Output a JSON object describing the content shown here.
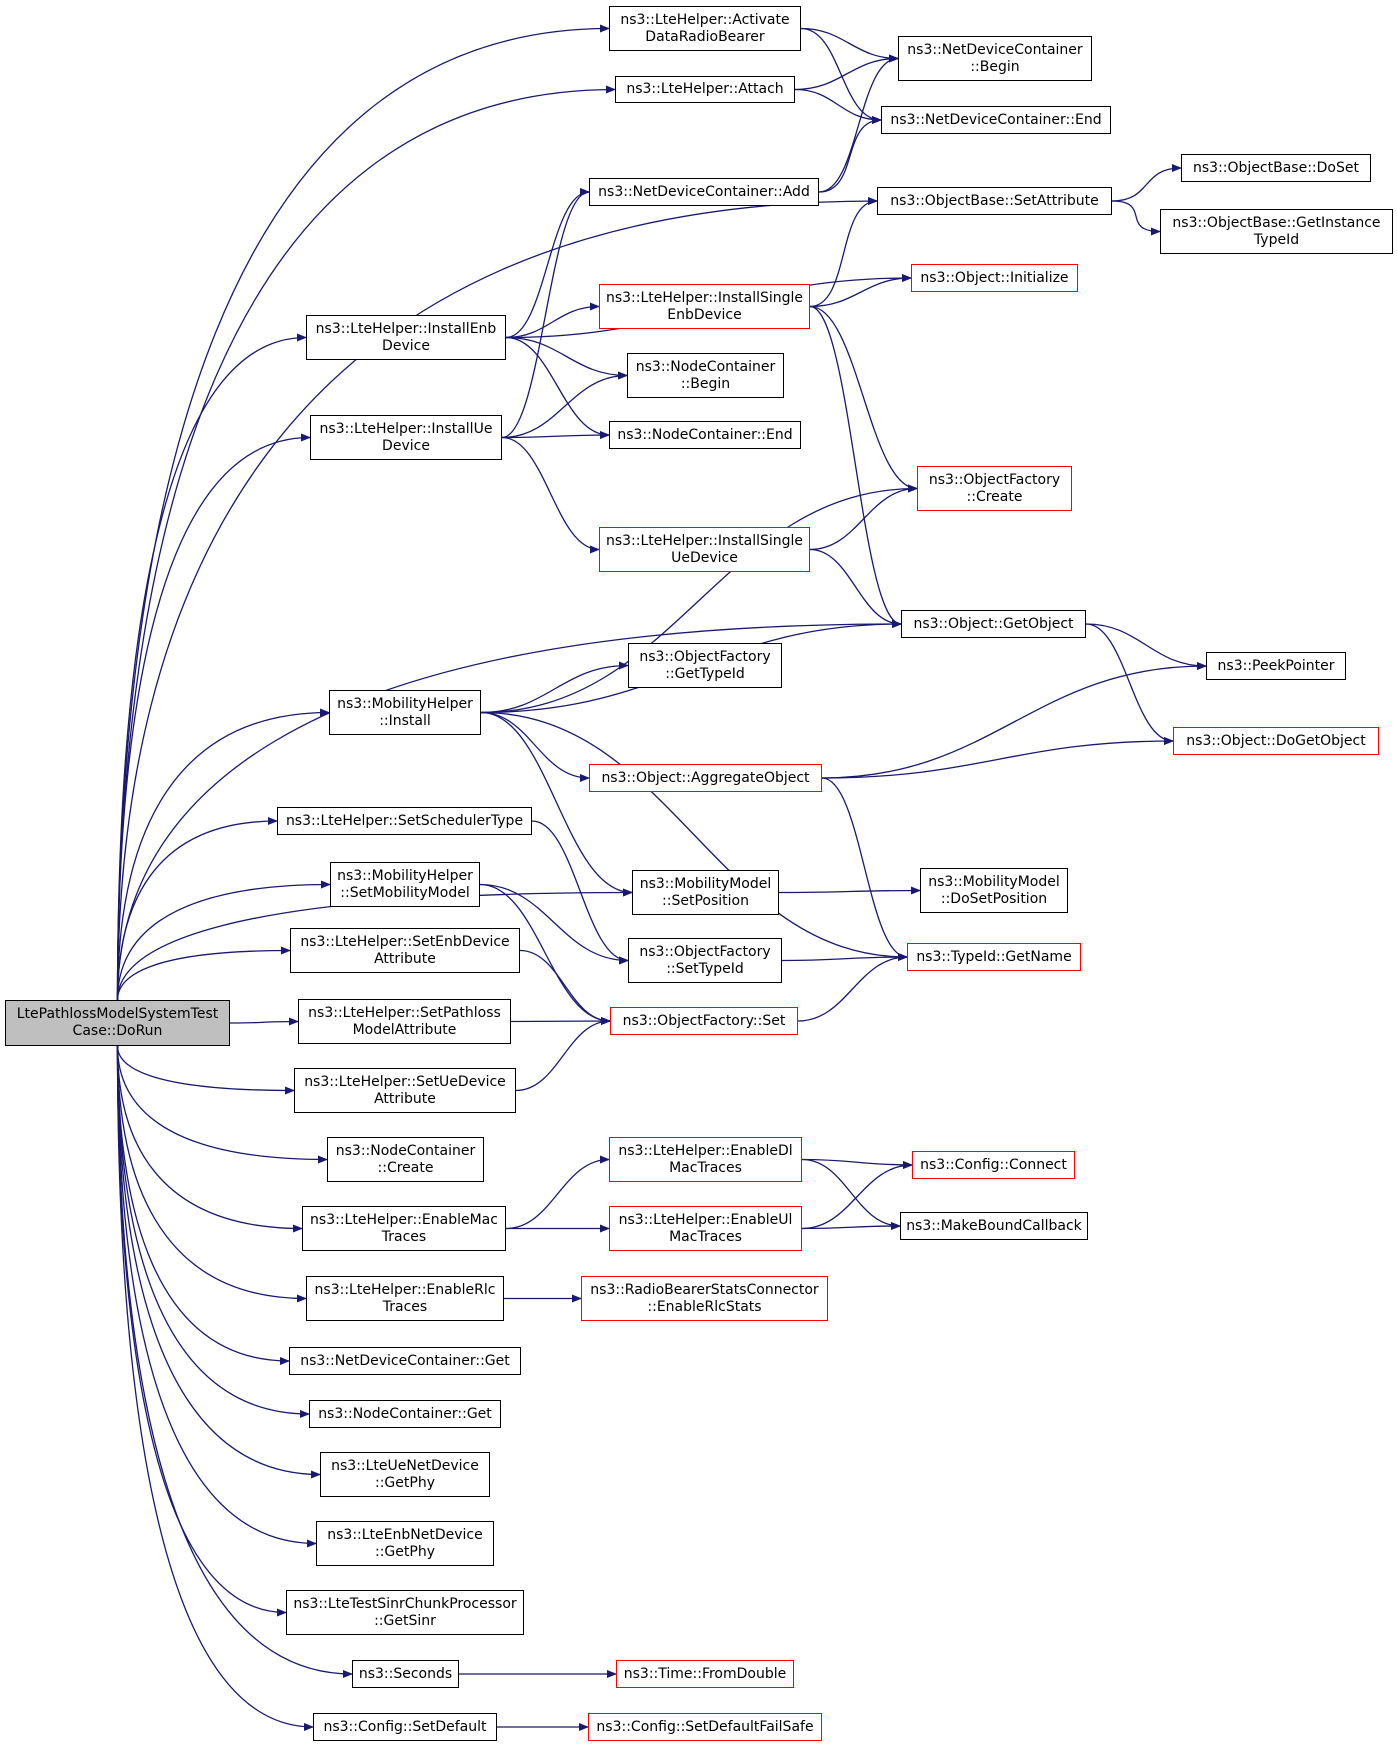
{
  "colors": {
    "edge": "#191970",
    "border_default": "#000000",
    "border_truncated": "#ff0000",
    "root_fill": "#bfbfbf"
  },
  "nodes": [
    {
      "id": "dorun",
      "style": "root",
      "lines": [
        "LtePathlossModelSystemTest",
        "Case::DoRun"
      ]
    },
    {
      "id": "activate",
      "style": "black",
      "lines": [
        "ns3::LteHelper::Activate",
        "DataRadioBearer"
      ]
    },
    {
      "id": "attach",
      "style": "black",
      "lines": [
        "ns3::LteHelper::Attach"
      ]
    },
    {
      "id": "ndc_begin",
      "style": "black",
      "lines": [
        "ns3::NetDeviceContainer",
        "::Begin"
      ]
    },
    {
      "id": "ndc_end",
      "style": "black",
      "lines": [
        "ns3::NetDeviceContainer::End"
      ]
    },
    {
      "id": "ndc_add",
      "style": "black",
      "lines": [
        "ns3::NetDeviceContainer::Add"
      ]
    },
    {
      "id": "ob_setattr",
      "style": "black",
      "lines": [
        "ns3::ObjectBase::SetAttribute"
      ]
    },
    {
      "id": "ob_doset",
      "style": "black",
      "lines": [
        "ns3::ObjectBase::DoSet"
      ]
    },
    {
      "id": "ob_getinst",
      "style": "black",
      "lines": [
        "ns3::ObjectBase::GetInstance",
        "TypeId"
      ]
    },
    {
      "id": "obj_init",
      "style": "red",
      "lines": [
        "ns3::Object::Initialize"
      ]
    },
    {
      "id": "inst_enb",
      "style": "black",
      "lines": [
        "ns3::LteHelper::InstallEnb",
        "Device"
      ]
    },
    {
      "id": "inst_single_enb",
      "style": "red",
      "lines": [
        "ns3::LteHelper::InstallSingle",
        "EnbDevice"
      ]
    },
    {
      "id": "nc_begin",
      "style": "black",
      "lines": [
        "ns3::NodeContainer",
        "::Begin"
      ]
    },
    {
      "id": "inst_ue",
      "style": "black",
      "lines": [
        "ns3::LteHelper::InstallUe",
        "Device"
      ]
    },
    {
      "id": "nc_end",
      "style": "black",
      "lines": [
        "ns3::NodeContainer::End"
      ]
    },
    {
      "id": "of_create",
      "style": "red",
      "lines": [
        "ns3::ObjectFactory",
        "::Create"
      ]
    },
    {
      "id": "inst_single_ue",
      "style": "red",
      "lines": [
        "ns3::LteHelper::InstallSingle",
        "UeDevice"
      ]
    },
    {
      "id": "obj_getobject",
      "style": "black",
      "lines": [
        "ns3::Object::GetObject"
      ]
    },
    {
      "id": "of_gettypeid",
      "style": "black",
      "lines": [
        "ns3::ObjectFactory",
        "::GetTypeId"
      ]
    },
    {
      "id": "peekpointer",
      "style": "black",
      "lines": [
        "ns3::PeekPointer"
      ]
    },
    {
      "id": "mh_install",
      "style": "black",
      "lines": [
        "ns3::MobilityHelper",
        "::Install"
      ]
    },
    {
      "id": "obj_dogetobject",
      "style": "red",
      "lines": [
        "ns3::Object::DoGetObject"
      ]
    },
    {
      "id": "obj_aggregate",
      "style": "red",
      "lines": [
        "ns3::Object::AggregateObject"
      ]
    },
    {
      "id": "set_sched",
      "style": "black",
      "lines": [
        "ns3::LteHelper::SetSchedulerType"
      ]
    },
    {
      "id": "mh_setmob",
      "style": "black",
      "lines": [
        "ns3::MobilityHelper",
        "::SetMobilityModel"
      ]
    },
    {
      "id": "mm_setpos",
      "style": "black",
      "lines": [
        "ns3::MobilityModel",
        "::SetPosition"
      ]
    },
    {
      "id": "mm_dosetpos",
      "style": "black",
      "lines": [
        "ns3::MobilityModel",
        "::DoSetPosition"
      ]
    },
    {
      "id": "set_enbattr",
      "style": "black",
      "lines": [
        "ns3::LteHelper::SetEnbDevice",
        "Attribute"
      ]
    },
    {
      "id": "of_settypeid",
      "style": "black",
      "lines": [
        "ns3::ObjectFactory",
        "::SetTypeId"
      ]
    },
    {
      "id": "typeid_getname",
      "style": "red",
      "lines": [
        "ns3::TypeId::GetName"
      ]
    },
    {
      "id": "set_pathloss",
      "style": "black",
      "lines": [
        "ns3::LteHelper::SetPathloss",
        "ModelAttribute"
      ]
    },
    {
      "id": "of_set",
      "style": "red",
      "lines": [
        "ns3::ObjectFactory::Set"
      ]
    },
    {
      "id": "set_ueattr",
      "style": "black",
      "lines": [
        "ns3::LteHelper::SetUeDevice",
        "Attribute"
      ]
    },
    {
      "id": "nc_create",
      "style": "black",
      "lines": [
        "ns3::NodeContainer",
        "::Create"
      ]
    },
    {
      "id": "en_dlmac",
      "style": "red",
      "lines": [
        "ns3::LteHelper::EnableDl",
        "MacTraces"
      ]
    },
    {
      "id": "cfg_connect",
      "style": "red",
      "lines": [
        "ns3::Config::Connect"
      ]
    },
    {
      "id": "en_mac",
      "style": "black",
      "lines": [
        "ns3::LteHelper::EnableMac",
        "Traces"
      ]
    },
    {
      "id": "en_ulmac",
      "style": "red",
      "lines": [
        "ns3::LteHelper::EnableUl",
        "MacTraces"
      ]
    },
    {
      "id": "makebound",
      "style": "black",
      "lines": [
        "ns3::MakeBoundCallback"
      ]
    },
    {
      "id": "en_rlc",
      "style": "black",
      "lines": [
        "ns3::LteHelper::EnableRlc",
        "Traces"
      ]
    },
    {
      "id": "rbsc_rlc",
      "style": "red",
      "lines": [
        "ns3::RadioBearerStatsConnector",
        "::EnableRlcStats"
      ]
    },
    {
      "id": "ndc_get",
      "style": "black",
      "lines": [
        "ns3::NetDeviceContainer::Get"
      ]
    },
    {
      "id": "nc_get",
      "style": "black",
      "lines": [
        "ns3::NodeContainer::Get"
      ]
    },
    {
      "id": "ue_getphy",
      "style": "black",
      "lines": [
        "ns3::LteUeNetDevice",
        "::GetPhy"
      ]
    },
    {
      "id": "enb_getphy",
      "style": "black",
      "lines": [
        "ns3::LteEnbNetDevice",
        "::GetPhy"
      ]
    },
    {
      "id": "sinr_get",
      "style": "black",
      "lines": [
        "ns3::LteTestSinrChunkProcessor",
        "::GetSinr"
      ]
    },
    {
      "id": "seconds",
      "style": "black",
      "lines": [
        "ns3::Seconds"
      ]
    },
    {
      "id": "time_fromdouble",
      "style": "red",
      "lines": [
        "ns3::Time::FromDouble"
      ]
    },
    {
      "id": "cfg_setdefault",
      "style": "black",
      "lines": [
        "ns3::Config::SetDefault"
      ]
    },
    {
      "id": "cfg_setdefaultfs",
      "style": "red",
      "lines": [
        "ns3::Config::SetDefaultFailSafe"
      ]
    }
  ],
  "edges": [
    [
      "dorun",
      "activate"
    ],
    [
      "dorun",
      "attach"
    ],
    [
      "dorun",
      "ob_setattr"
    ],
    [
      "dorun",
      "inst_enb"
    ],
    [
      "dorun",
      "inst_ue"
    ],
    [
      "dorun",
      "obj_getobject"
    ],
    [
      "dorun",
      "mh_install"
    ],
    [
      "dorun",
      "mm_setpos"
    ],
    [
      "dorun",
      "set_sched"
    ],
    [
      "dorun",
      "mh_setmob"
    ],
    [
      "dorun",
      "set_enbattr"
    ],
    [
      "dorun",
      "set_pathloss"
    ],
    [
      "dorun",
      "set_ueattr"
    ],
    [
      "dorun",
      "nc_create"
    ],
    [
      "dorun",
      "en_mac"
    ],
    [
      "dorun",
      "en_rlc"
    ],
    [
      "dorun",
      "ndc_get"
    ],
    [
      "dorun",
      "nc_get"
    ],
    [
      "dorun",
      "ue_getphy"
    ],
    [
      "dorun",
      "enb_getphy"
    ],
    [
      "dorun",
      "sinr_get"
    ],
    [
      "dorun",
      "seconds"
    ],
    [
      "dorun",
      "cfg_setdefault"
    ],
    [
      "activate",
      "ndc_begin"
    ],
    [
      "activate",
      "ndc_end"
    ],
    [
      "attach",
      "ndc_begin"
    ],
    [
      "attach",
      "ndc_end"
    ],
    [
      "ndc_add",
      "ndc_begin"
    ],
    [
      "ndc_add",
      "ndc_end"
    ],
    [
      "ob_setattr",
      "ob_doset"
    ],
    [
      "ob_setattr",
      "ob_getinst"
    ],
    [
      "inst_enb",
      "ndc_add"
    ],
    [
      "inst_enb",
      "obj_init"
    ],
    [
      "inst_enb",
      "inst_single_enb"
    ],
    [
      "inst_enb",
      "nc_begin"
    ],
    [
      "inst_enb",
      "nc_end"
    ],
    [
      "inst_single_enb",
      "ob_setattr"
    ],
    [
      "inst_single_enb",
      "obj_init"
    ],
    [
      "inst_single_enb",
      "of_create"
    ],
    [
      "inst_single_enb",
      "obj_getobject"
    ],
    [
      "inst_ue",
      "ndc_add"
    ],
    [
      "inst_ue",
      "nc_begin"
    ],
    [
      "inst_ue",
      "nc_end"
    ],
    [
      "inst_ue",
      "inst_single_ue"
    ],
    [
      "inst_single_ue",
      "of_create"
    ],
    [
      "inst_single_ue",
      "obj_getobject"
    ],
    [
      "obj_getobject",
      "peekpointer"
    ],
    [
      "obj_getobject",
      "obj_dogetobject"
    ],
    [
      "mh_install",
      "of_create"
    ],
    [
      "mh_install",
      "of_gettypeid"
    ],
    [
      "mh_install",
      "obj_getobject"
    ],
    [
      "mh_install",
      "obj_aggregate"
    ],
    [
      "mh_install",
      "mm_setpos"
    ],
    [
      "mh_install",
      "typeid_getname"
    ],
    [
      "obj_aggregate",
      "peekpointer"
    ],
    [
      "obj_aggregate",
      "obj_dogetobject"
    ],
    [
      "obj_aggregate",
      "typeid_getname"
    ],
    [
      "set_sched",
      "of_settypeid"
    ],
    [
      "mh_setmob",
      "of_settypeid"
    ],
    [
      "mh_setmob",
      "of_set"
    ],
    [
      "mm_setpos",
      "mm_dosetpos"
    ],
    [
      "of_settypeid",
      "typeid_getname"
    ],
    [
      "set_enbattr",
      "of_set"
    ],
    [
      "set_pathloss",
      "of_set"
    ],
    [
      "set_ueattr",
      "of_set"
    ],
    [
      "of_set",
      "typeid_getname"
    ],
    [
      "en_mac",
      "en_dlmac"
    ],
    [
      "en_mac",
      "en_ulmac"
    ],
    [
      "en_dlmac",
      "cfg_connect"
    ],
    [
      "en_dlmac",
      "makebound"
    ],
    [
      "en_ulmac",
      "cfg_connect"
    ],
    [
      "en_ulmac",
      "makebound"
    ],
    [
      "en_rlc",
      "rbsc_rlc"
    ],
    [
      "seconds",
      "time_fromdouble"
    ],
    [
      "cfg_setdefault",
      "cfg_setdefaultfs"
    ]
  ]
}
